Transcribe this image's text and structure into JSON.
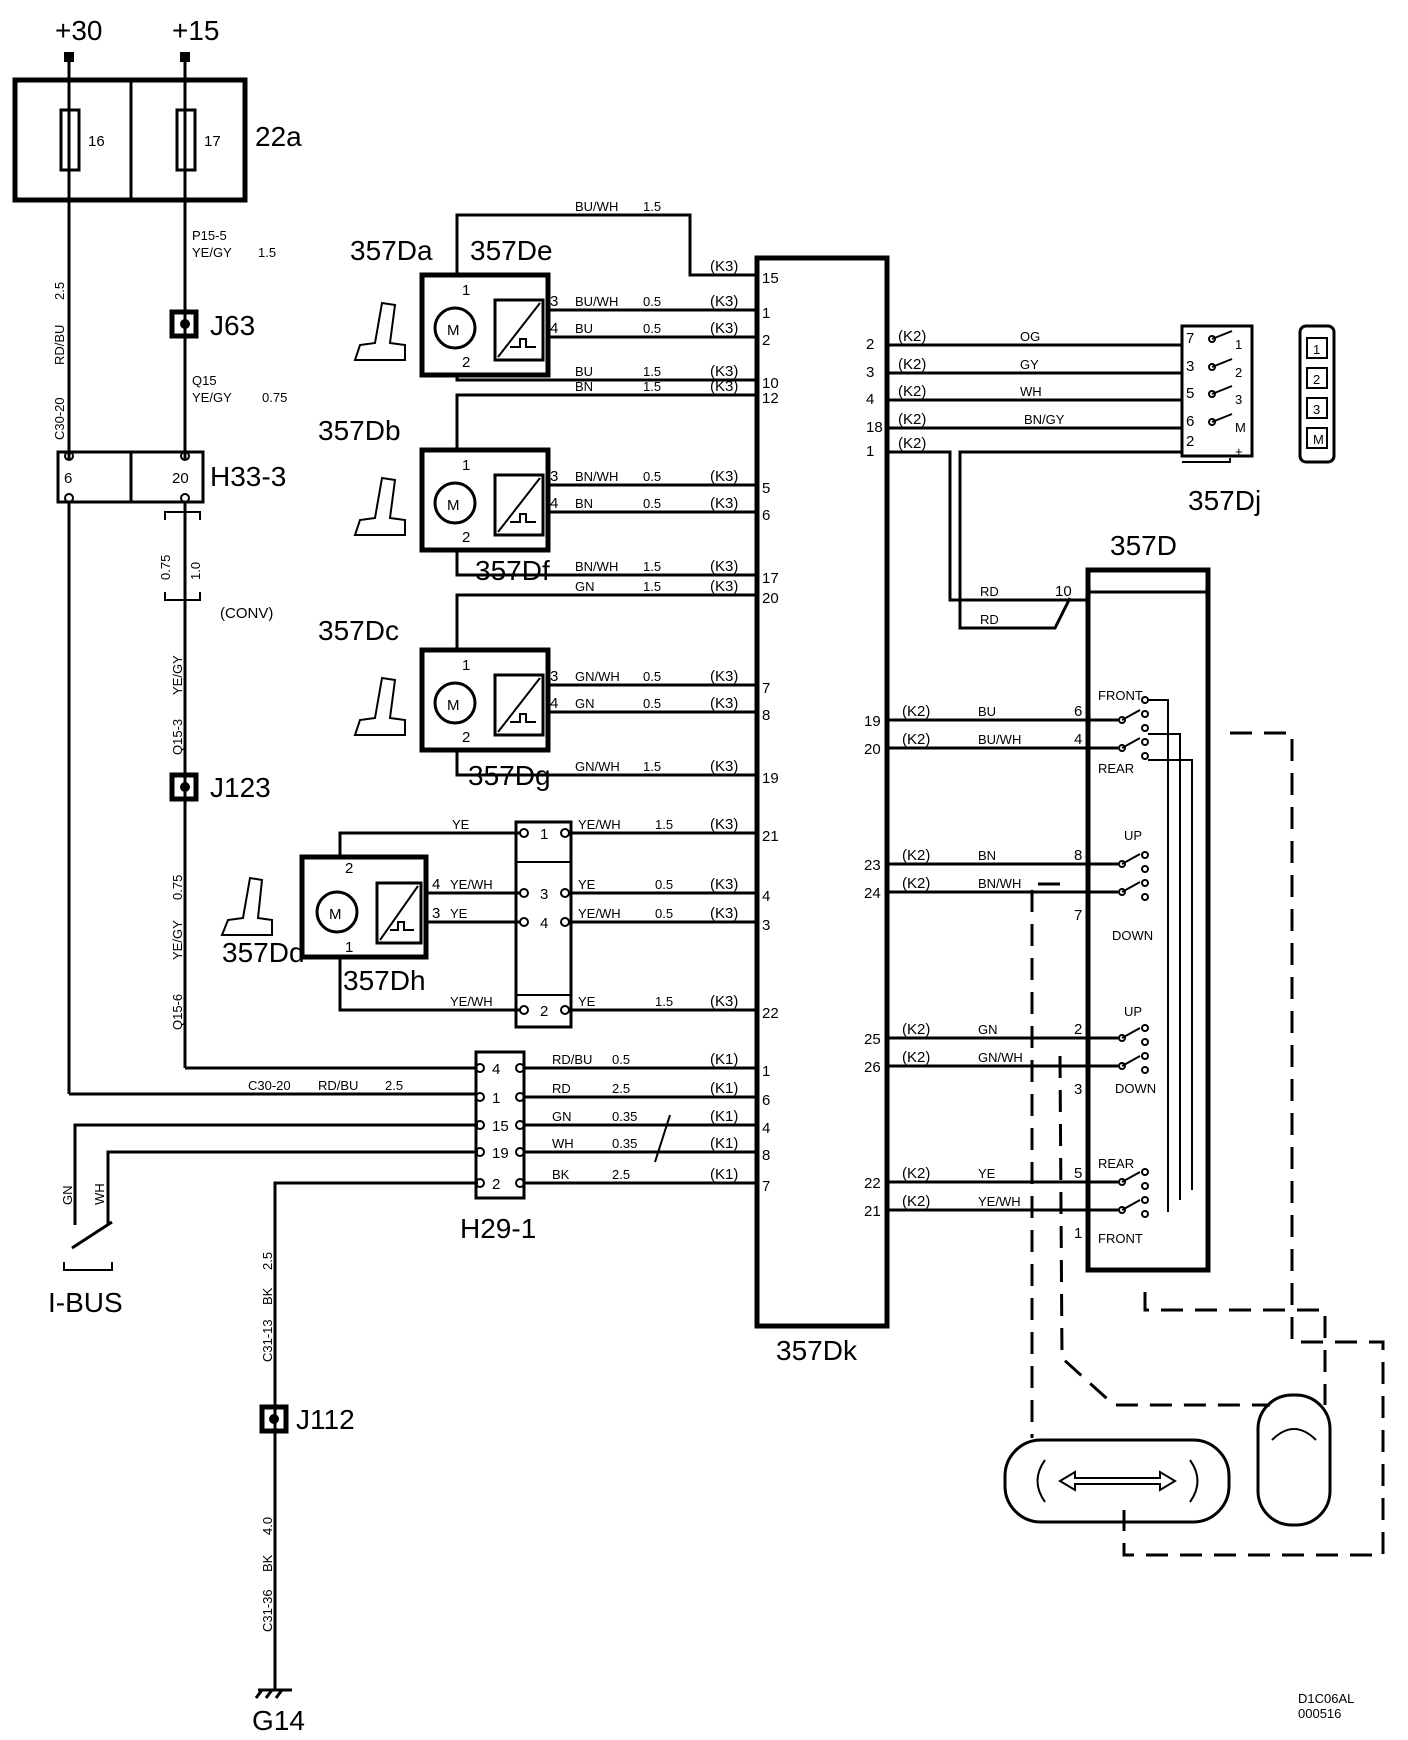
{
  "supplies": {
    "p30": "+30",
    "p15": "+15"
  },
  "fusebox": {
    "label": "22a",
    "fuse_a": "16",
    "fuse_b": "17"
  },
  "junctions": {
    "j63": "J63",
    "j123": "J123",
    "j112": "J112",
    "ground": "G14"
  },
  "connectors": {
    "h33": "H33-3",
    "h33_pin_a": "6",
    "h33_pin_b": "20",
    "h29": "H29-1",
    "conv": "(CONV)",
    "ibus": "I-BUS"
  },
  "components": {
    "da": "357Da",
    "de": "357De",
    "db": "357Db",
    "df": "357Df",
    "dc": "357Dc",
    "dg": "357Dg",
    "dd": "357Dd",
    "dh": "357Dh",
    "dk": "357Dk",
    "dj": "357Dj",
    "d": "357D",
    "motor": "M"
  },
  "left_wires": {
    "rdbu": "RD/BU",
    "rdbu_size": "2.5",
    "c3020": "C30-20",
    "p155": "P15-5",
    "yegy": "YE/GY",
    "yegy_size": "1.5",
    "q15": "Q15",
    "q15_size": "0.75",
    "q153": "Q15-3",
    "q156": "Q15-6",
    "conv_a": "0.75",
    "conv_b": "1.0",
    "bk": "BK",
    "bk_size_a": "2.5",
    "bk_size_b": "4.0",
    "c3113": "C31-13",
    "c3136": "C31-36",
    "gn": "GN",
    "wh": "WH"
  },
  "switch_labels": {
    "front": "FRONT",
    "rear": "REAR",
    "up": "UP",
    "down": "DOWN"
  },
  "dj_pins_left": [
    "7",
    "3",
    "5",
    "6",
    "2"
  ],
  "dj_pins_right": [
    "1",
    "2",
    "3",
    "M",
    "+"
  ],
  "dj_keys": [
    "1",
    "2",
    "3",
    "M"
  ],
  "drawing_code": "D1C06AL",
  "drawing_date": "000516",
  "k3_wires": [
    {
      "color": "BU/WH",
      "size": "1.5",
      "conn": "(K3)",
      "pin": "15"
    },
    {
      "color": "BU/WH",
      "size": "0.5",
      "conn": "(K3)",
      "pin": "1",
      "mpin": "3"
    },
    {
      "color": "BU",
      "size": "0.5",
      "conn": "(K3)",
      "pin": "2",
      "mpin": "4"
    },
    {
      "color": "BU",
      "size": "1.5",
      "conn": "(K3)",
      "pin": "10"
    },
    {
      "color": "BN",
      "size": "1.5",
      "conn": "(K3)",
      "pin": "12"
    },
    {
      "color": "BN/WH",
      "size": "0.5",
      "conn": "(K3)",
      "pin": "5",
      "mpin": "3"
    },
    {
      "color": "BN",
      "size": "0.5",
      "conn": "(K3)",
      "pin": "6",
      "mpin": "4"
    },
    {
      "color": "BN/WH",
      "size": "1.5",
      "conn": "(K3)",
      "pin": "17"
    },
    {
      "color": "GN",
      "size": "1.5",
      "conn": "(K3)",
      "pin": "20"
    },
    {
      "color": "GN/WH",
      "size": "0.5",
      "conn": "(K3)",
      "pin": "7",
      "mpin": "3"
    },
    {
      "color": "GN",
      "size": "0.5",
      "conn": "(K3)",
      "pin": "8",
      "mpin": "4"
    },
    {
      "color": "GN/WH",
      "size": "1.5",
      "conn": "(K3)",
      "pin": "19"
    },
    {
      "color": "YE/WH",
      "size": "1.5",
      "conn": "(K3)",
      "pin": "21"
    },
    {
      "color": "YE",
      "size": "0.5",
      "conn": "(K3)",
      "pin": "4"
    },
    {
      "color": "YE/WH",
      "size": "0.5",
      "conn": "(K3)",
      "pin": "3"
    },
    {
      "color": "YE",
      "size": "1.5",
      "conn": "(K3)",
      "pin": "22"
    }
  ],
  "dd_wires": [
    {
      "color": "YE",
      "mpin": "2",
      "cpin": "1"
    },
    {
      "color": "YE/WH",
      "mpin": "4",
      "cpin": "3"
    },
    {
      "color": "YE",
      "mpin": "3",
      "cpin": "4"
    },
    {
      "color": "YE/WH",
      "mpin": "1",
      "cpin": "2"
    }
  ],
  "k1_wires": [
    {
      "hpin": "4",
      "color": "RD/BU",
      "size": "0.5",
      "conn": "(K1)",
      "pin": "1"
    },
    {
      "hpin": "1",
      "color": "RD",
      "size": "2.5",
      "conn": "(K1)",
      "pin": "6"
    },
    {
      "hpin": "15",
      "color": "GN",
      "size": "0.35",
      "conn": "(K1)",
      "pin": "4"
    },
    {
      "hpin": "19",
      "color": "WH",
      "size": "0.35",
      "conn": "(K1)",
      "pin": "8"
    },
    {
      "hpin": "2",
      "color": "BK",
      "size": "2.5",
      "conn": "(K1)",
      "pin": "7"
    }
  ],
  "k1_extra": {
    "color": "RD/BU",
    "size": "2.5",
    "code": "C30-20"
  },
  "dj_wires": [
    {
      "pin": "2",
      "conn": "(K2)",
      "color": "OG"
    },
    {
      "pin": "3",
      "conn": "(K2)",
      "color": "GY"
    },
    {
      "pin": "4",
      "conn": "(K2)",
      "color": "WH"
    },
    {
      "pin": "18",
      "conn": "(K2)",
      "color": "BN/GY"
    },
    {
      "pin": "1",
      "conn": "(K2)",
      "color": ""
    }
  ],
  "rd_wires": [
    {
      "color": "RD",
      "pin": "10"
    },
    {
      "color": "RD",
      "pin": ""
    }
  ],
  "d_wires": [
    {
      "pin": "19",
      "conn": "(K2)",
      "color": "BU",
      "spin": "6"
    },
    {
      "pin": "20",
      "conn": "(K2)",
      "color": "BU/WH",
      "spin": "4"
    },
    {
      "pin": "23",
      "conn": "(K2)",
      "color": "BN",
      "spin": "8"
    },
    {
      "pin": "24",
      "conn": "(K2)",
      "color": "BN/WH",
      "spin": "7"
    },
    {
      "pin": "25",
      "conn": "(K2)",
      "color": "GN",
      "spin": "2"
    },
    {
      "pin": "26",
      "conn": "(K2)",
      "color": "GN/WH",
      "spin": "3"
    },
    {
      "pin": "22",
      "conn": "(K2)",
      "color": "YE",
      "spin": "5"
    },
    {
      "pin": "21",
      "conn": "(K2)",
      "color": "YE/WH",
      "spin": "1"
    }
  ]
}
